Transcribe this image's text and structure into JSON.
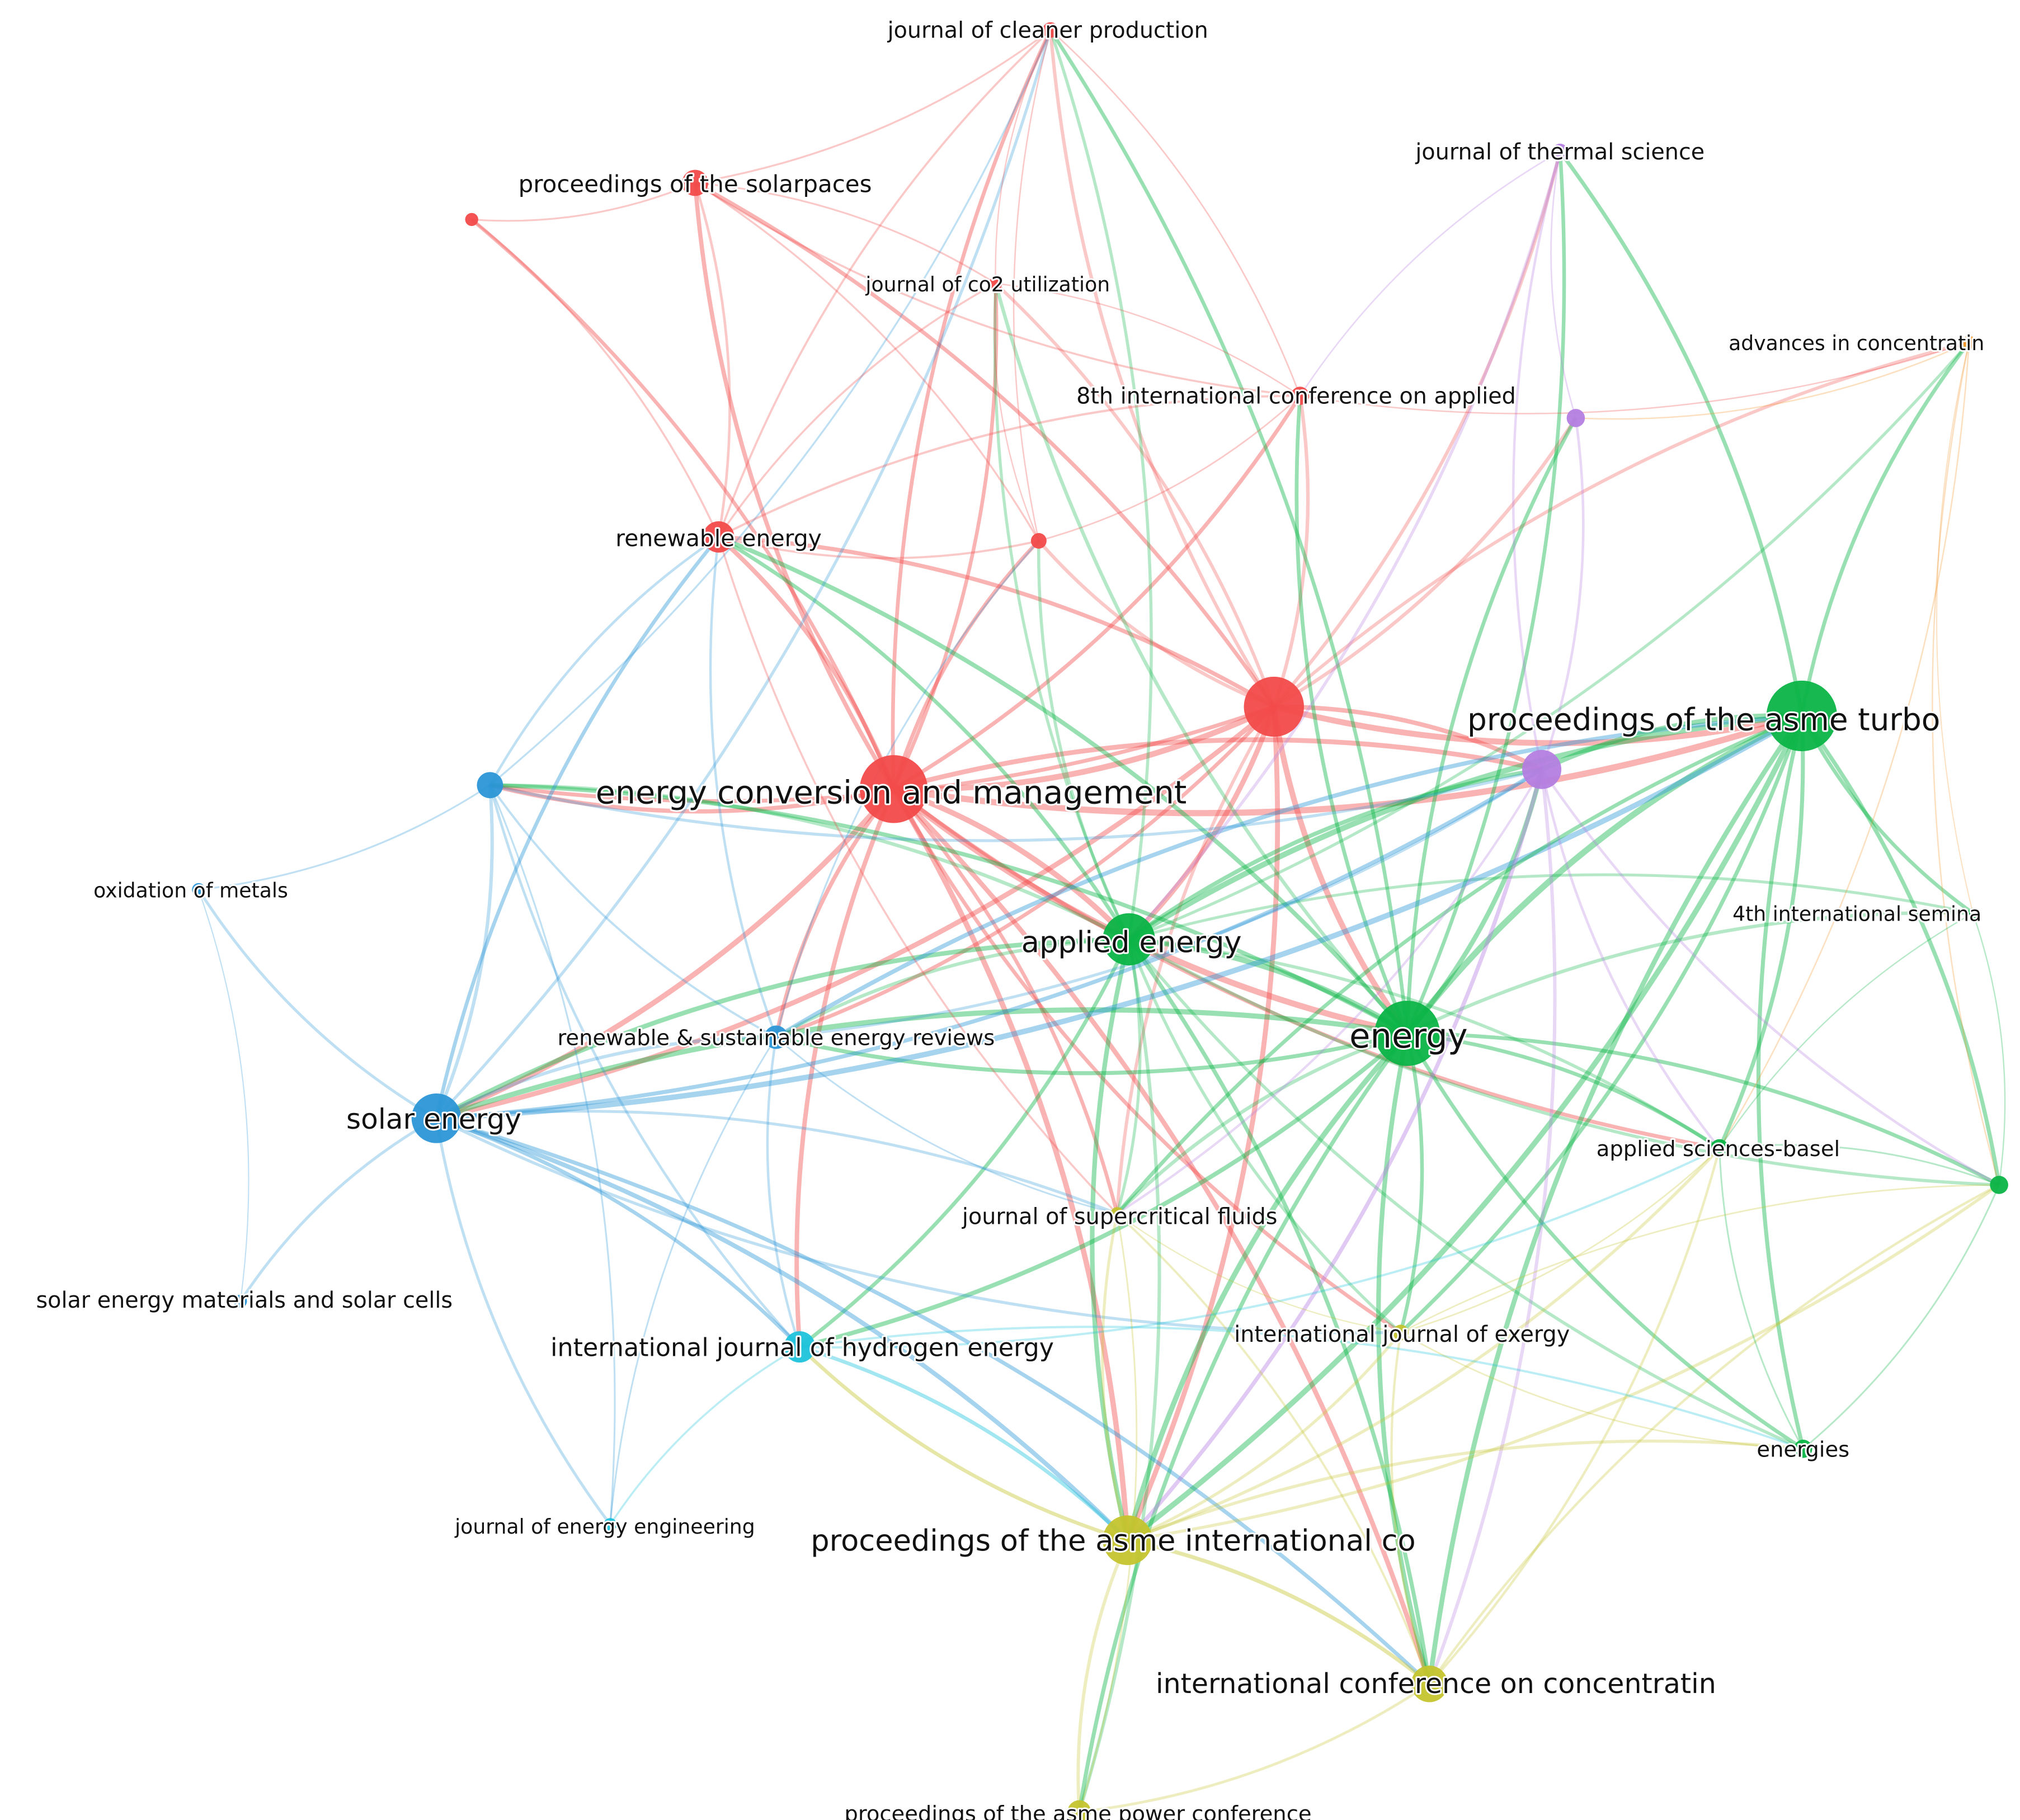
{
  "clusters": {
    "red": "#f24a4a",
    "green": "#0ab446",
    "blue": "#2b96d6",
    "purple": "#b47ee0",
    "yellow": "#c4c42e",
    "cyan": "#1fc3dc",
    "orange": "#f2962a"
  },
  "nodes": [
    {
      "id": "ecm",
      "label": "energy conversion and management",
      "cluster": "red"
    },
    {
      "id": "red_big",
      "label": "",
      "cluster": "red"
    },
    {
      "id": "renew",
      "label": "renewable energy",
      "cluster": "red"
    },
    {
      "id": "red_small",
      "label": "",
      "cluster": "red"
    },
    {
      "id": "solarpaces",
      "label": "proceedings of the solarpaces",
      "cluster": "red"
    },
    {
      "id": "red_tiny",
      "label": "",
      "cluster": "red"
    },
    {
      "id": "cleaner",
      "label": "journal of cleaner production",
      "cluster": "red"
    },
    {
      "id": "co2",
      "label": "journal of co2 utilization",
      "cluster": "red"
    },
    {
      "id": "icap8",
      "label": "8th international conference on applied",
      "cluster": "red"
    },
    {
      "id": "applied",
      "label": "applied energy",
      "cluster": "green"
    },
    {
      "id": "energy",
      "label": "energy",
      "cluster": "green"
    },
    {
      "id": "turbo",
      "label": "proceedings of the asme turbo",
      "cluster": "green"
    },
    {
      "id": "appsci",
      "label": "applied sciences-basel",
      "cluster": "green"
    },
    {
      "id": "energies",
      "label": "energies",
      "cluster": "green"
    },
    {
      "id": "seminar4",
      "label": "4th international semina",
      "cluster": "green"
    },
    {
      "id": "green_right",
      "label": "",
      "cluster": "green"
    },
    {
      "id": "solar",
      "label": "solar energy",
      "cluster": "blue"
    },
    {
      "id": "rser",
      "label": "renewable & sustainable energy reviews",
      "cluster": "blue"
    },
    {
      "id": "blue_upper",
      "label": "",
      "cluster": "blue"
    },
    {
      "id": "oxid",
      "label": "oxidation of metals",
      "cluster": "blue"
    },
    {
      "id": "semsc",
      "label": "solar energy materials and solar cells",
      "cluster": "blue"
    },
    {
      "id": "thermal",
      "label": "journal of thermal science",
      "cluster": "purple"
    },
    {
      "id": "purple_big",
      "label": "",
      "cluster": "purple"
    },
    {
      "id": "purple_small",
      "label": "",
      "cluster": "purple"
    },
    {
      "id": "asmeint",
      "label": "proceedings of the asme international co",
      "cluster": "yellow"
    },
    {
      "id": "icconc",
      "label": "international conference on concentratin",
      "cluster": "yellow"
    },
    {
      "id": "supercrit",
      "label": "journal of supercritical fluids",
      "cluster": "yellow"
    },
    {
      "id": "exergy",
      "label": "international journal of exergy",
      "cluster": "yellow"
    },
    {
      "id": "power",
      "label": "proceedings of the asme power conference",
      "cluster": "yellow"
    },
    {
      "id": "hydrogen",
      "label": "international journal of hydrogen energy",
      "cluster": "cyan"
    },
    {
      "id": "energyeng",
      "label": "journal of energy engineering",
      "cluster": "cyan"
    },
    {
      "id": "advconc",
      "label": "advances in concentratin",
      "cluster": "orange"
    }
  ],
  "links": [
    [
      "ecm",
      "red_big"
    ],
    [
      "ecm",
      "applied"
    ],
    [
      "ecm",
      "energy"
    ],
    [
      "ecm",
      "solar"
    ],
    [
      "ecm",
      "renew"
    ],
    [
      "ecm",
      "red_small"
    ],
    [
      "ecm",
      "rser"
    ],
    [
      "ecm",
      "purple_big"
    ],
    [
      "ecm",
      "turbo"
    ],
    [
      "ecm",
      "cleaner"
    ],
    [
      "ecm",
      "co2"
    ],
    [
      "ecm",
      "solarpaces"
    ],
    [
      "ecm",
      "hydrogen"
    ],
    [
      "ecm",
      "supercrit"
    ],
    [
      "ecm",
      "exergy"
    ],
    [
      "ecm",
      "asmeint"
    ],
    [
      "ecm",
      "icap8"
    ],
    [
      "ecm",
      "blue_upper"
    ],
    [
      "ecm",
      "red_tiny"
    ],
    [
      "ecm",
      "icconc"
    ],
    [
      "ecm",
      "appsci"
    ],
    [
      "red_big",
      "applied"
    ],
    [
      "red_big",
      "energy"
    ],
    [
      "red_big",
      "purple_big"
    ],
    [
      "red_big",
      "renew"
    ],
    [
      "red_big",
      "solar"
    ],
    [
      "red_big",
      "turbo"
    ],
    [
      "red_big",
      "red_small"
    ],
    [
      "red_big",
      "icap8"
    ],
    [
      "red_big",
      "rser"
    ],
    [
      "red_big",
      "thermal"
    ],
    [
      "red_big",
      "advconc"
    ],
    [
      "red_big",
      "solarpaces"
    ],
    [
      "red_big",
      "cleaner"
    ],
    [
      "red_big",
      "co2"
    ],
    [
      "red_big",
      "blue_upper"
    ],
    [
      "red_big",
      "supercrit"
    ],
    [
      "red_big",
      "asmeint"
    ],
    [
      "red_big",
      "purple_small"
    ],
    [
      "applied",
      "energy"
    ],
    [
      "applied",
      "solar"
    ],
    [
      "applied",
      "turbo"
    ],
    [
      "applied",
      "rser"
    ],
    [
      "applied",
      "hydrogen"
    ],
    [
      "applied",
      "renew"
    ],
    [
      "applied",
      "purple_big"
    ],
    [
      "applied",
      "asmeint"
    ],
    [
      "applied",
      "supercrit"
    ],
    [
      "applied",
      "exergy"
    ],
    [
      "applied",
      "appsci"
    ],
    [
      "applied",
      "blue_upper"
    ],
    [
      "applied",
      "icconc"
    ],
    [
      "applied",
      "energies"
    ],
    [
      "applied",
      "red_small"
    ],
    [
      "applied",
      "green_right"
    ],
    [
      "applied",
      "power"
    ],
    [
      "applied",
      "advconc"
    ],
    [
      "applied",
      "seminar4"
    ],
    [
      "applied",
      "cleaner"
    ],
    [
      "applied",
      "co2"
    ],
    [
      "energy",
      "solar"
    ],
    [
      "energy",
      "turbo"
    ],
    [
      "energy",
      "purple_big"
    ],
    [
      "energy",
      "rser"
    ],
    [
      "energy",
      "asmeint"
    ],
    [
      "energy",
      "appsci"
    ],
    [
      "energy",
      "energies"
    ],
    [
      "energy",
      "green_right"
    ],
    [
      "energy",
      "supercrit"
    ],
    [
      "energy",
      "exergy"
    ],
    [
      "energy",
      "icconc"
    ],
    [
      "energy",
      "hydrogen"
    ],
    [
      "energy",
      "renew"
    ],
    [
      "energy",
      "seminar4"
    ],
    [
      "energy",
      "thermal"
    ],
    [
      "energy",
      "purple_small"
    ],
    [
      "energy",
      "power"
    ],
    [
      "energy",
      "icap8"
    ],
    [
      "energy",
      "blue_upper"
    ],
    [
      "energy",
      "co2"
    ],
    [
      "energy",
      "cleaner"
    ],
    [
      "solar",
      "rser"
    ],
    [
      "solar",
      "blue_upper"
    ],
    [
      "solar",
      "oxid"
    ],
    [
      "solar",
      "semsc"
    ],
    [
      "solar",
      "hydrogen"
    ],
    [
      "solar",
      "energyeng"
    ],
    [
      "solar",
      "renew"
    ],
    [
      "solar",
      "purple_big"
    ],
    [
      "solar",
      "asmeint"
    ],
    [
      "solar",
      "turbo"
    ],
    [
      "solar",
      "supercrit"
    ],
    [
      "solar",
      "exergy"
    ],
    [
      "solar",
      "icconc"
    ],
    [
      "solar",
      "cleaner"
    ],
    [
      "rser",
      "blue_upper"
    ],
    [
      "rser",
      "hydrogen"
    ],
    [
      "rser",
      "renew"
    ],
    [
      "rser",
      "purple_big"
    ],
    [
      "rser",
      "red_small"
    ],
    [
      "rser",
      "energyeng"
    ],
    [
      "rser",
      "turbo"
    ],
    [
      "rser",
      "supercrit"
    ],
    [
      "blue_upper",
      "renew"
    ],
    [
      "blue_upper",
      "hydrogen"
    ],
    [
      "blue_upper",
      "oxid"
    ],
    [
      "blue_upper",
      "cleaner"
    ],
    [
      "blue_upper",
      "energyeng"
    ],
    [
      "blue_upper",
      "purple_big"
    ],
    [
      "oxid",
      "semsc"
    ],
    [
      "turbo",
      "purple_big"
    ],
    [
      "turbo",
      "appsci"
    ],
    [
      "turbo",
      "energies"
    ],
    [
      "turbo",
      "green_right"
    ],
    [
      "turbo",
      "seminar4"
    ],
    [
      "turbo",
      "asmeint"
    ],
    [
      "turbo",
      "icconc"
    ],
    [
      "turbo",
      "exergy"
    ],
    [
      "turbo",
      "supercrit"
    ],
    [
      "turbo",
      "advconc"
    ],
    [
      "turbo",
      "thermal"
    ],
    [
      "purple_big",
      "thermal"
    ],
    [
      "purple_big",
      "purple_small"
    ],
    [
      "purple_big",
      "asmeint"
    ],
    [
      "purple_big",
      "appsci"
    ],
    [
      "purple_big",
      "supercrit"
    ],
    [
      "purple_big",
      "green_right"
    ],
    [
      "purple_big",
      "icconc"
    ],
    [
      "thermal",
      "purple_small"
    ],
    [
      "thermal",
      "applied"
    ],
    [
      "thermal",
      "icap8"
    ],
    [
      "asmeint",
      "icconc"
    ],
    [
      "asmeint",
      "power"
    ],
    [
      "asmeint",
      "supercrit"
    ],
    [
      "asmeint",
      "exergy"
    ],
    [
      "asmeint",
      "hydrogen"
    ],
    [
      "asmeint",
      "appsci"
    ],
    [
      "asmeint",
      "energies"
    ],
    [
      "asmeint",
      "green_right"
    ],
    [
      "icconc",
      "power"
    ],
    [
      "icconc",
      "supercrit"
    ],
    [
      "icconc",
      "exergy"
    ],
    [
      "icconc",
      "appsci"
    ],
    [
      "icconc",
      "green_right"
    ],
    [
      "hydrogen",
      "energyeng"
    ],
    [
      "hydrogen",
      "asmeint"
    ],
    [
      "hydrogen",
      "appsci"
    ],
    [
      "hydrogen",
      "energies"
    ],
    [
      "renew",
      "red_small"
    ],
    [
      "renew",
      "cleaner"
    ],
    [
      "renew",
      "solarpaces"
    ],
    [
      "renew",
      "co2"
    ],
    [
      "renew",
      "red_tiny"
    ],
    [
      "renew",
      "icap8"
    ],
    [
      "renew",
      "supercrit"
    ],
    [
      "solarpaces",
      "red_tiny"
    ],
    [
      "solarpaces",
      "cleaner"
    ],
    [
      "solarpaces",
      "co2"
    ],
    [
      "solarpaces",
      "icap8"
    ],
    [
      "solarpaces",
      "red_small"
    ],
    [
      "cleaner",
      "co2"
    ],
    [
      "cleaner",
      "icap8"
    ],
    [
      "cleaner",
      "red_small"
    ],
    [
      "co2",
      "icap8"
    ],
    [
      "co2",
      "red_small"
    ],
    [
      "icap8",
      "red_small"
    ],
    [
      "icap8",
      "advconc"
    ],
    [
      "advconc",
      "purple_small"
    ],
    [
      "advconc",
      "green_right"
    ],
    [
      "advconc",
      "appsci"
    ],
    [
      "advconc",
      "seminar4"
    ],
    [
      "appsci",
      "green_right"
    ],
    [
      "appsci",
      "energies"
    ],
    [
      "appsci",
      "seminar4"
    ],
    [
      "energies",
      "green_right"
    ],
    [
      "seminar4",
      "green_right"
    ],
    [
      "supercrit",
      "exergy"
    ],
    [
      "supercrit",
      "power"
    ],
    [
      "exergy",
      "energies"
    ],
    [
      "exergy",
      "green_right"
    ],
    [
      "exergy",
      "appsci"
    ]
  ]
}
